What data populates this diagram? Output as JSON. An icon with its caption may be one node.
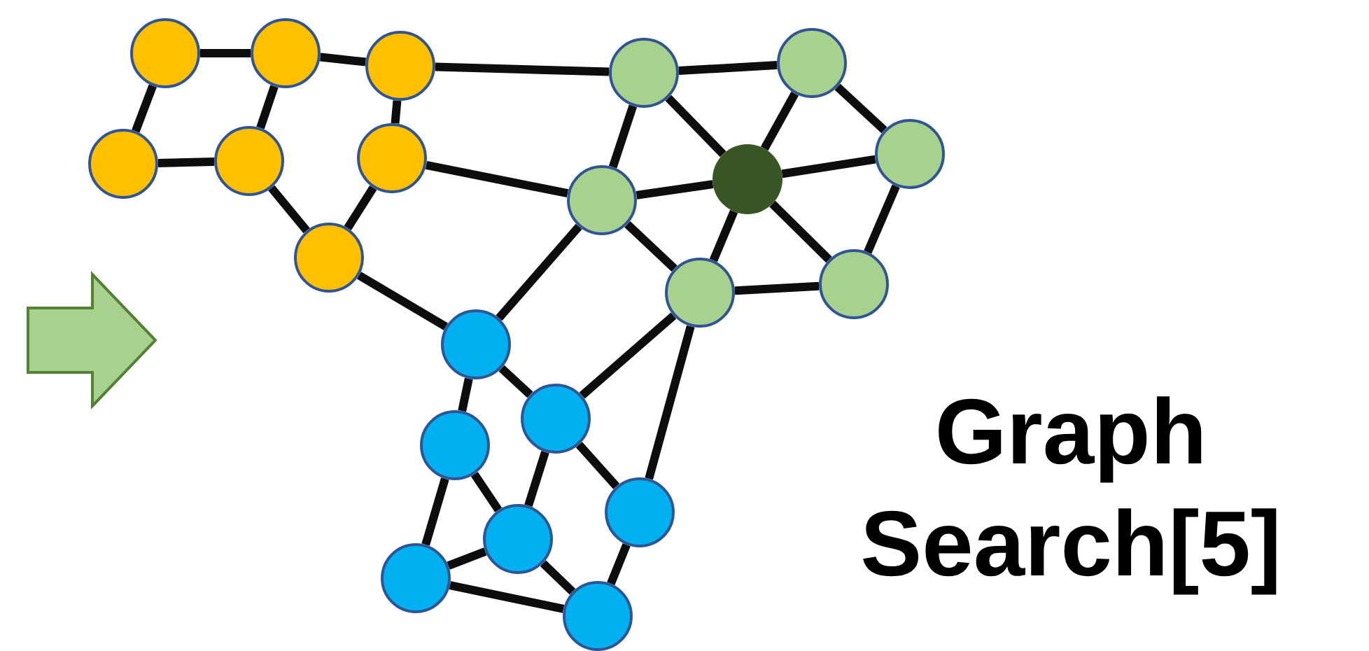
{
  "diagram": {
    "title": "Graph Search[5]",
    "nodes": [
      {
        "text": [],
        "shape": "circle"
      },
      {
        "text": [],
        "shape": "circle"
      },
      {
        "text": [],
        "shape": "circle"
      },
      {
        "text": [],
        "shape": "circle"
      },
      {
        "text": [],
        "shape": "circle"
      },
      {
        "text": [],
        "shape": "circle"
      },
      {
        "text": [],
        "shape": "circle"
      },
      {
        "text": [],
        "shape": "circle"
      },
      {
        "text": [],
        "shape": "circle"
      },
      {
        "text": [],
        "shape": "circle"
      },
      {
        "text": [],
        "shape": "circle"
      },
      {
        "text": [],
        "shape": "circle"
      },
      {
        "text": [],
        "shape": "circle"
      },
      {
        "text": [],
        "shape": "circle"
      },
      {
        "text": [],
        "shape": "circle"
      },
      {
        "text": [],
        "shape": "circle"
      },
      {
        "text": [],
        "shape": "circle"
      },
      {
        "text": [],
        "shape": "circle"
      },
      {
        "text": [],
        "shape": "circle"
      },
      {
        "text": [],
        "shape": "circle"
      },
      {
        "text": [],
        "shape": "circle"
      }
    ],
    "edges": [
      {
        "from": 0,
        "to": 1,
        "arrow": "none"
      },
      {
        "from": 1,
        "to": 2,
        "arrow": "none"
      },
      {
        "from": 0,
        "to": 3,
        "arrow": "none"
      },
      {
        "from": 1,
        "to": 4,
        "arrow": "none"
      },
      {
        "from": 3,
        "to": 4,
        "arrow": "none"
      },
      {
        "from": 2,
        "to": 5,
        "arrow": "none"
      },
      {
        "from": 4,
        "to": 6,
        "arrow": "none"
      },
      {
        "from": 5,
        "to": 6,
        "arrow": "none"
      },
      {
        "from": 2,
        "to": 7,
        "arrow": "none"
      },
      {
        "from": 5,
        "to": 11,
        "arrow": "none"
      },
      {
        "from": 6,
        "to": 14,
        "arrow": "none"
      },
      {
        "from": 7,
        "to": 8,
        "arrow": "none"
      },
      {
        "from": 7,
        "to": 11,
        "arrow": "none"
      },
      {
        "from": 7,
        "to": 10,
        "arrow": "none"
      },
      {
        "from": 8,
        "to": 10,
        "arrow": "none"
      },
      {
        "from": 8,
        "to": 9,
        "arrow": "none"
      },
      {
        "from": 9,
        "to": 10,
        "arrow": "none"
      },
      {
        "from": 9,
        "to": 13,
        "arrow": "none"
      },
      {
        "from": 10,
        "to": 11,
        "arrow": "none"
      },
      {
        "from": 10,
        "to": 12,
        "arrow": "none"
      },
      {
        "from": 10,
        "to": 13,
        "arrow": "none"
      },
      {
        "from": 11,
        "to": 12,
        "arrow": "none"
      },
      {
        "from": 12,
        "to": 13,
        "arrow": "none"
      },
      {
        "from": 11,
        "to": 14,
        "arrow": "none"
      },
      {
        "from": 12,
        "to": 15,
        "arrow": "none"
      },
      {
        "from": 12,
        "to": 17,
        "arrow": "none"
      },
      {
        "from": 14,
        "to": 15,
        "arrow": "none"
      },
      {
        "from": 14,
        "to": 16,
        "arrow": "none"
      },
      {
        "from": 16,
        "to": 19,
        "arrow": "none"
      },
      {
        "from": 16,
        "to": 18,
        "arrow": "none"
      },
      {
        "from": 15,
        "to": 18,
        "arrow": "none"
      },
      {
        "from": 15,
        "to": 17,
        "arrow": "none"
      },
      {
        "from": 17,
        "to": 20,
        "arrow": "none"
      },
      {
        "from": 18,
        "to": 19,
        "arrow": "none"
      },
      {
        "from": 18,
        "to": 20,
        "arrow": "none"
      },
      {
        "from": 19,
        "to": 20,
        "arrow": "none"
      }
    ]
  }
}
